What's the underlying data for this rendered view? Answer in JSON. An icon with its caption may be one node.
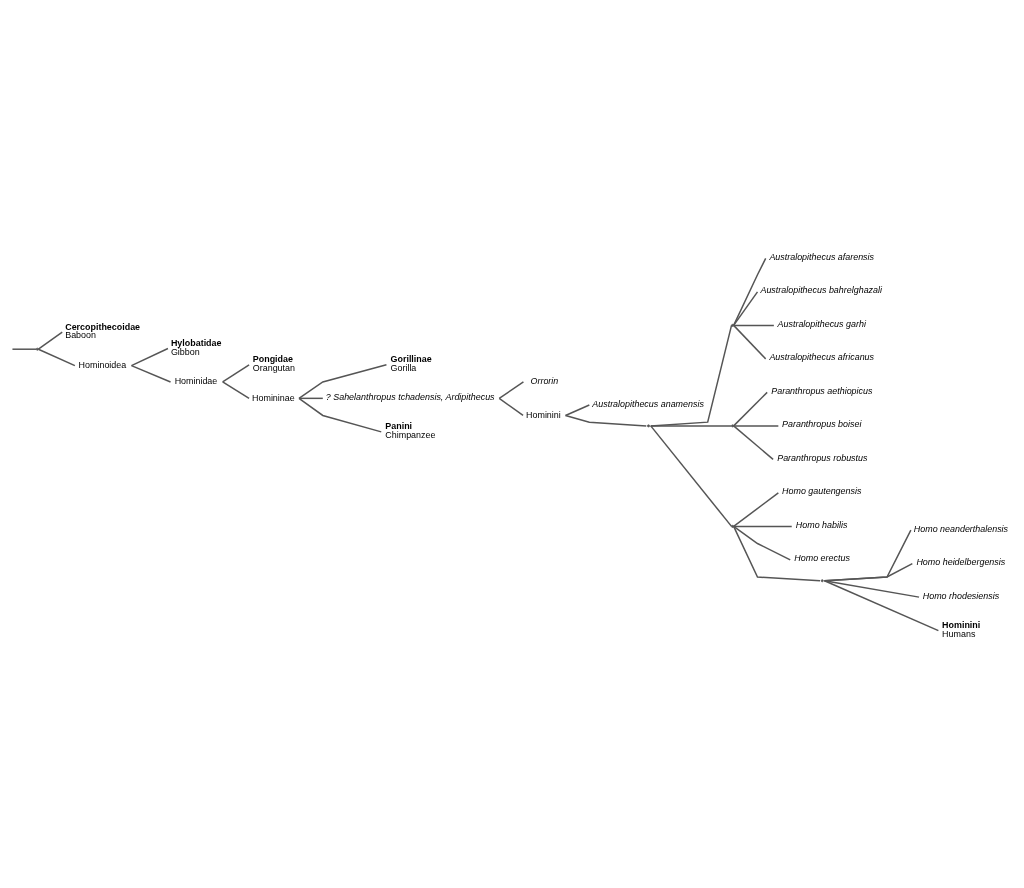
{
  "diagram": {
    "nodes": [
      {
        "text": [],
        "shape": "point"
      },
      {
        "text": [
          "Cercopithecoidae",
          "Baboon"
        ]
      },
      {
        "text": [
          "Hominoidea"
        ]
      },
      {
        "text": [
          "Hylobatidae",
          "Gibbon"
        ]
      },
      {
        "text": [
          "Hominidae"
        ]
      },
      {
        "text": [
          "Pongidae",
          "Orangutan"
        ]
      },
      {
        "text": [
          "Homininae"
        ]
      },
      {
        "text": [
          "Gorillinae",
          "Gorilla"
        ]
      },
      {
        "text": [
          "? Sahelanthropus tchadensis, Ardipithecus"
        ]
      },
      {
        "text": [
          "Panini",
          "Chimpanzee"
        ]
      },
      {
        "text": [
          "Australopithecus anamensis"
        ]
      },
      {
        "text": [
          "Orrorin"
        ]
      },
      {
        "text": [
          "Hominini"
        ]
      },
      {
        "text": [],
        "shape": "point"
      },
      {
        "text": [],
        "shape": "point"
      },
      {
        "text": [
          "Australopithecus afarensis"
        ]
      },
      {
        "text": [
          "Australopithecus bahrelghazali"
        ]
      },
      {
        "text": [
          "Australopithecus garhi"
        ]
      },
      {
        "text": [
          "Australopithecus africanus"
        ]
      },
      {
        "text": [],
        "shape": "point"
      },
      {
        "text": [
          "Paranthropus aethiopicus"
        ]
      },
      {
        "text": [
          "Paranthropus boisei"
        ]
      },
      {
        "text": [
          "Paranthropus robustus"
        ]
      },
      {
        "text": [],
        "shape": "point"
      },
      {
        "text": [
          "Homo gautengensis"
        ]
      },
      {
        "text": [
          "Homo habilis"
        ]
      },
      {
        "text": [
          "Homo erectus"
        ]
      },
      {
        "text": [],
        "shape": "point"
      },
      {
        "text": [
          "Homo neanderthalensis"
        ]
      },
      {
        "text": [
          "Homo heidelbergensis"
        ]
      },
      {
        "text": [
          "Homo rhodesiensis"
        ]
      },
      {
        "text": [
          "Hominini",
          "Humans"
        ]
      }
    ],
    "edges": [
      {
        "from": null,
        "to": 0,
        "arrow": "none"
      },
      {
        "from": 0,
        "to": 1,
        "arrow": "none"
      },
      {
        "from": 0,
        "to": 2,
        "arrow": "none"
      },
      {
        "from": 2,
        "to": 3,
        "arrow": "none"
      },
      {
        "from": 2,
        "to": 4,
        "arrow": "none"
      },
      {
        "from": 4,
        "to": 5,
        "arrow": "none"
      },
      {
        "from": 4,
        "to": 6,
        "arrow": "none"
      },
      {
        "from": 6,
        "to": 7,
        "arrow": "none"
      },
      {
        "from": 6,
        "to": 8,
        "arrow": "none"
      },
      {
        "from": 6,
        "to": 9,
        "arrow": "none"
      },
      {
        "from": 8,
        "to": 11,
        "arrow": "none"
      },
      {
        "from": 8,
        "to": 12,
        "arrow": "none"
      },
      {
        "from": 12,
        "to": 10,
        "arrow": "none"
      },
      {
        "from": 12,
        "to": 13,
        "arrow": "none"
      },
      {
        "from": 13,
        "to": 14,
        "arrow": "none"
      },
      {
        "from": 14,
        "to": 15,
        "arrow": "none"
      },
      {
        "from": 14,
        "to": 16,
        "arrow": "none"
      },
      {
        "from": 14,
        "to": 17,
        "arrow": "none"
      },
      {
        "from": 14,
        "to": 18,
        "arrow": "none"
      },
      {
        "from": 13,
        "to": 19,
        "arrow": "none"
      },
      {
        "from": 19,
        "to": 20,
        "arrow": "none"
      },
      {
        "from": 19,
        "to": 21,
        "arrow": "none"
      },
      {
        "from": 19,
        "to": 22,
        "arrow": "none"
      },
      {
        "from": 13,
        "to": 23,
        "arrow": "none"
      },
      {
        "from": 23,
        "to": 24,
        "arrow": "none"
      },
      {
        "from": 23,
        "to": 25,
        "arrow": "none"
      },
      {
        "from": 23,
        "to": 26,
        "arrow": "none"
      },
      {
        "from": 23,
        "to": 27,
        "arrow": "none"
      },
      {
        "from": 27,
        "to": 28,
        "arrow": "none"
      },
      {
        "from": 27,
        "to": 29,
        "arrow": "none"
      },
      {
        "from": 27,
        "to": 30,
        "arrow": "none"
      },
      {
        "from": 27,
        "to": 31,
        "arrow": "none"
      }
    ]
  }
}
